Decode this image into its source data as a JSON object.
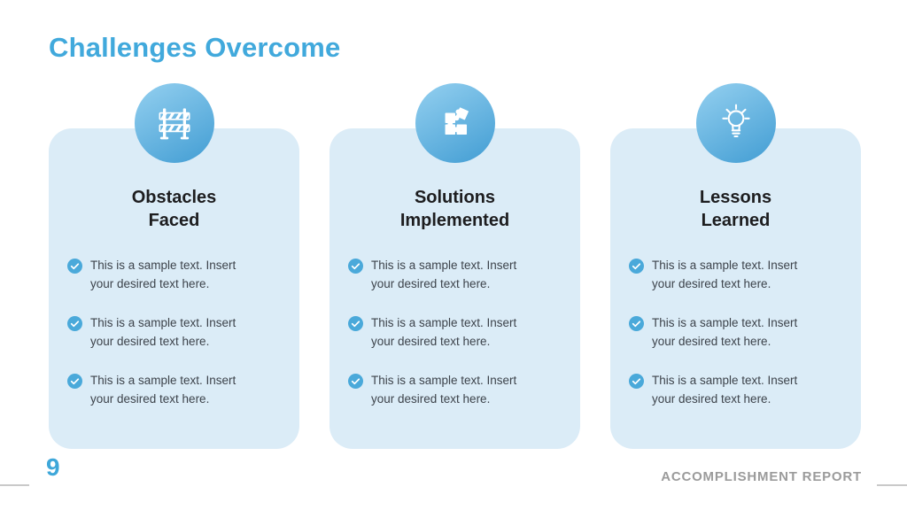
{
  "slide": {
    "title": "Challenges Overcome",
    "page_number": "9",
    "footer": "ACCOMPLISHMENT REPORT"
  },
  "colors": {
    "title": "#41a9dc",
    "card_bg": "#dbecf7",
    "icon_circle_start": "#8ccbed",
    "icon_circle_end": "#4aa2d6",
    "check": "#4aa9da",
    "heading": "#1d1d1f",
    "body": "#3d434b",
    "page_number": "#3ea7d9",
    "footer": "#9b9b9b",
    "corner_line": "#c9c9c9"
  },
  "cards": [
    {
      "icon": "roadblock-icon",
      "title_line1": "Obstacles",
      "title_line2": "Faced",
      "bullets": [
        "This is a sample text. Insert your desired text here.",
        "This is a sample text. Insert your desired text here.",
        "This is a sample text. Insert your desired text here."
      ]
    },
    {
      "icon": "puzzle-icon",
      "title_line1": "Solutions",
      "title_line2": "Implemented",
      "bullets": [
        "This is a sample text. Insert your desired text here.",
        "This is a sample text. Insert your desired text here.",
        "This is a sample text. Insert your desired text here."
      ]
    },
    {
      "icon": "lightbulb-icon",
      "title_line1": "Lessons",
      "title_line2": "Learned",
      "bullets": [
        "This is a sample text. Insert your desired text here.",
        "This is a sample text. Insert your desired text here.",
        "This is a sample text. Insert your desired text here."
      ]
    }
  ]
}
